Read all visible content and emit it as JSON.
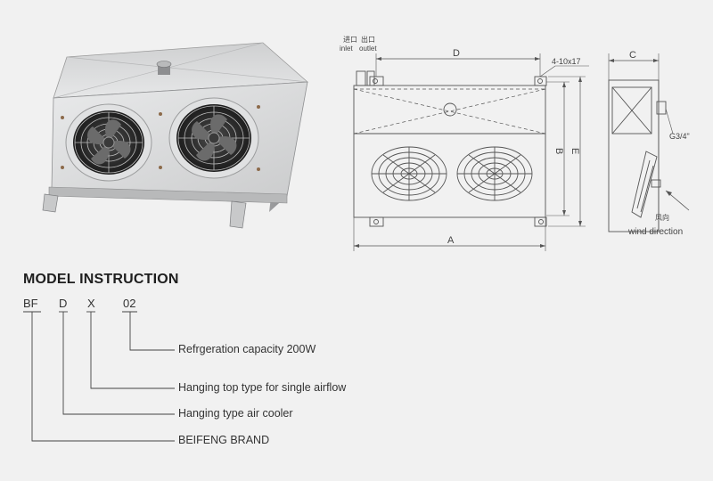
{
  "drawing": {
    "labels": {
      "inlet_cn": "进口",
      "inlet": "inlet",
      "outlet_cn": "出口",
      "outlet": "outlet",
      "d": "D",
      "holes": "4-10x17",
      "c": "C",
      "pipe": "G3/4\"",
      "b": "B",
      "e": "E",
      "a": "A",
      "wind_cn": "风向",
      "wind": "wind direction"
    }
  },
  "model": {
    "title": "MODEL INSTRUCTION",
    "codes": [
      "BF",
      "D",
      "X",
      "02"
    ],
    "descriptions": [
      "Refrgeration capacity 200W",
      "Hanging top type for single airflow",
      "Hanging type air cooler",
      "BEIFENG BRAND"
    ]
  },
  "colors": {
    "line": "#555555",
    "background": "#f1f1f1",
    "housing": "#d9d9d9"
  }
}
